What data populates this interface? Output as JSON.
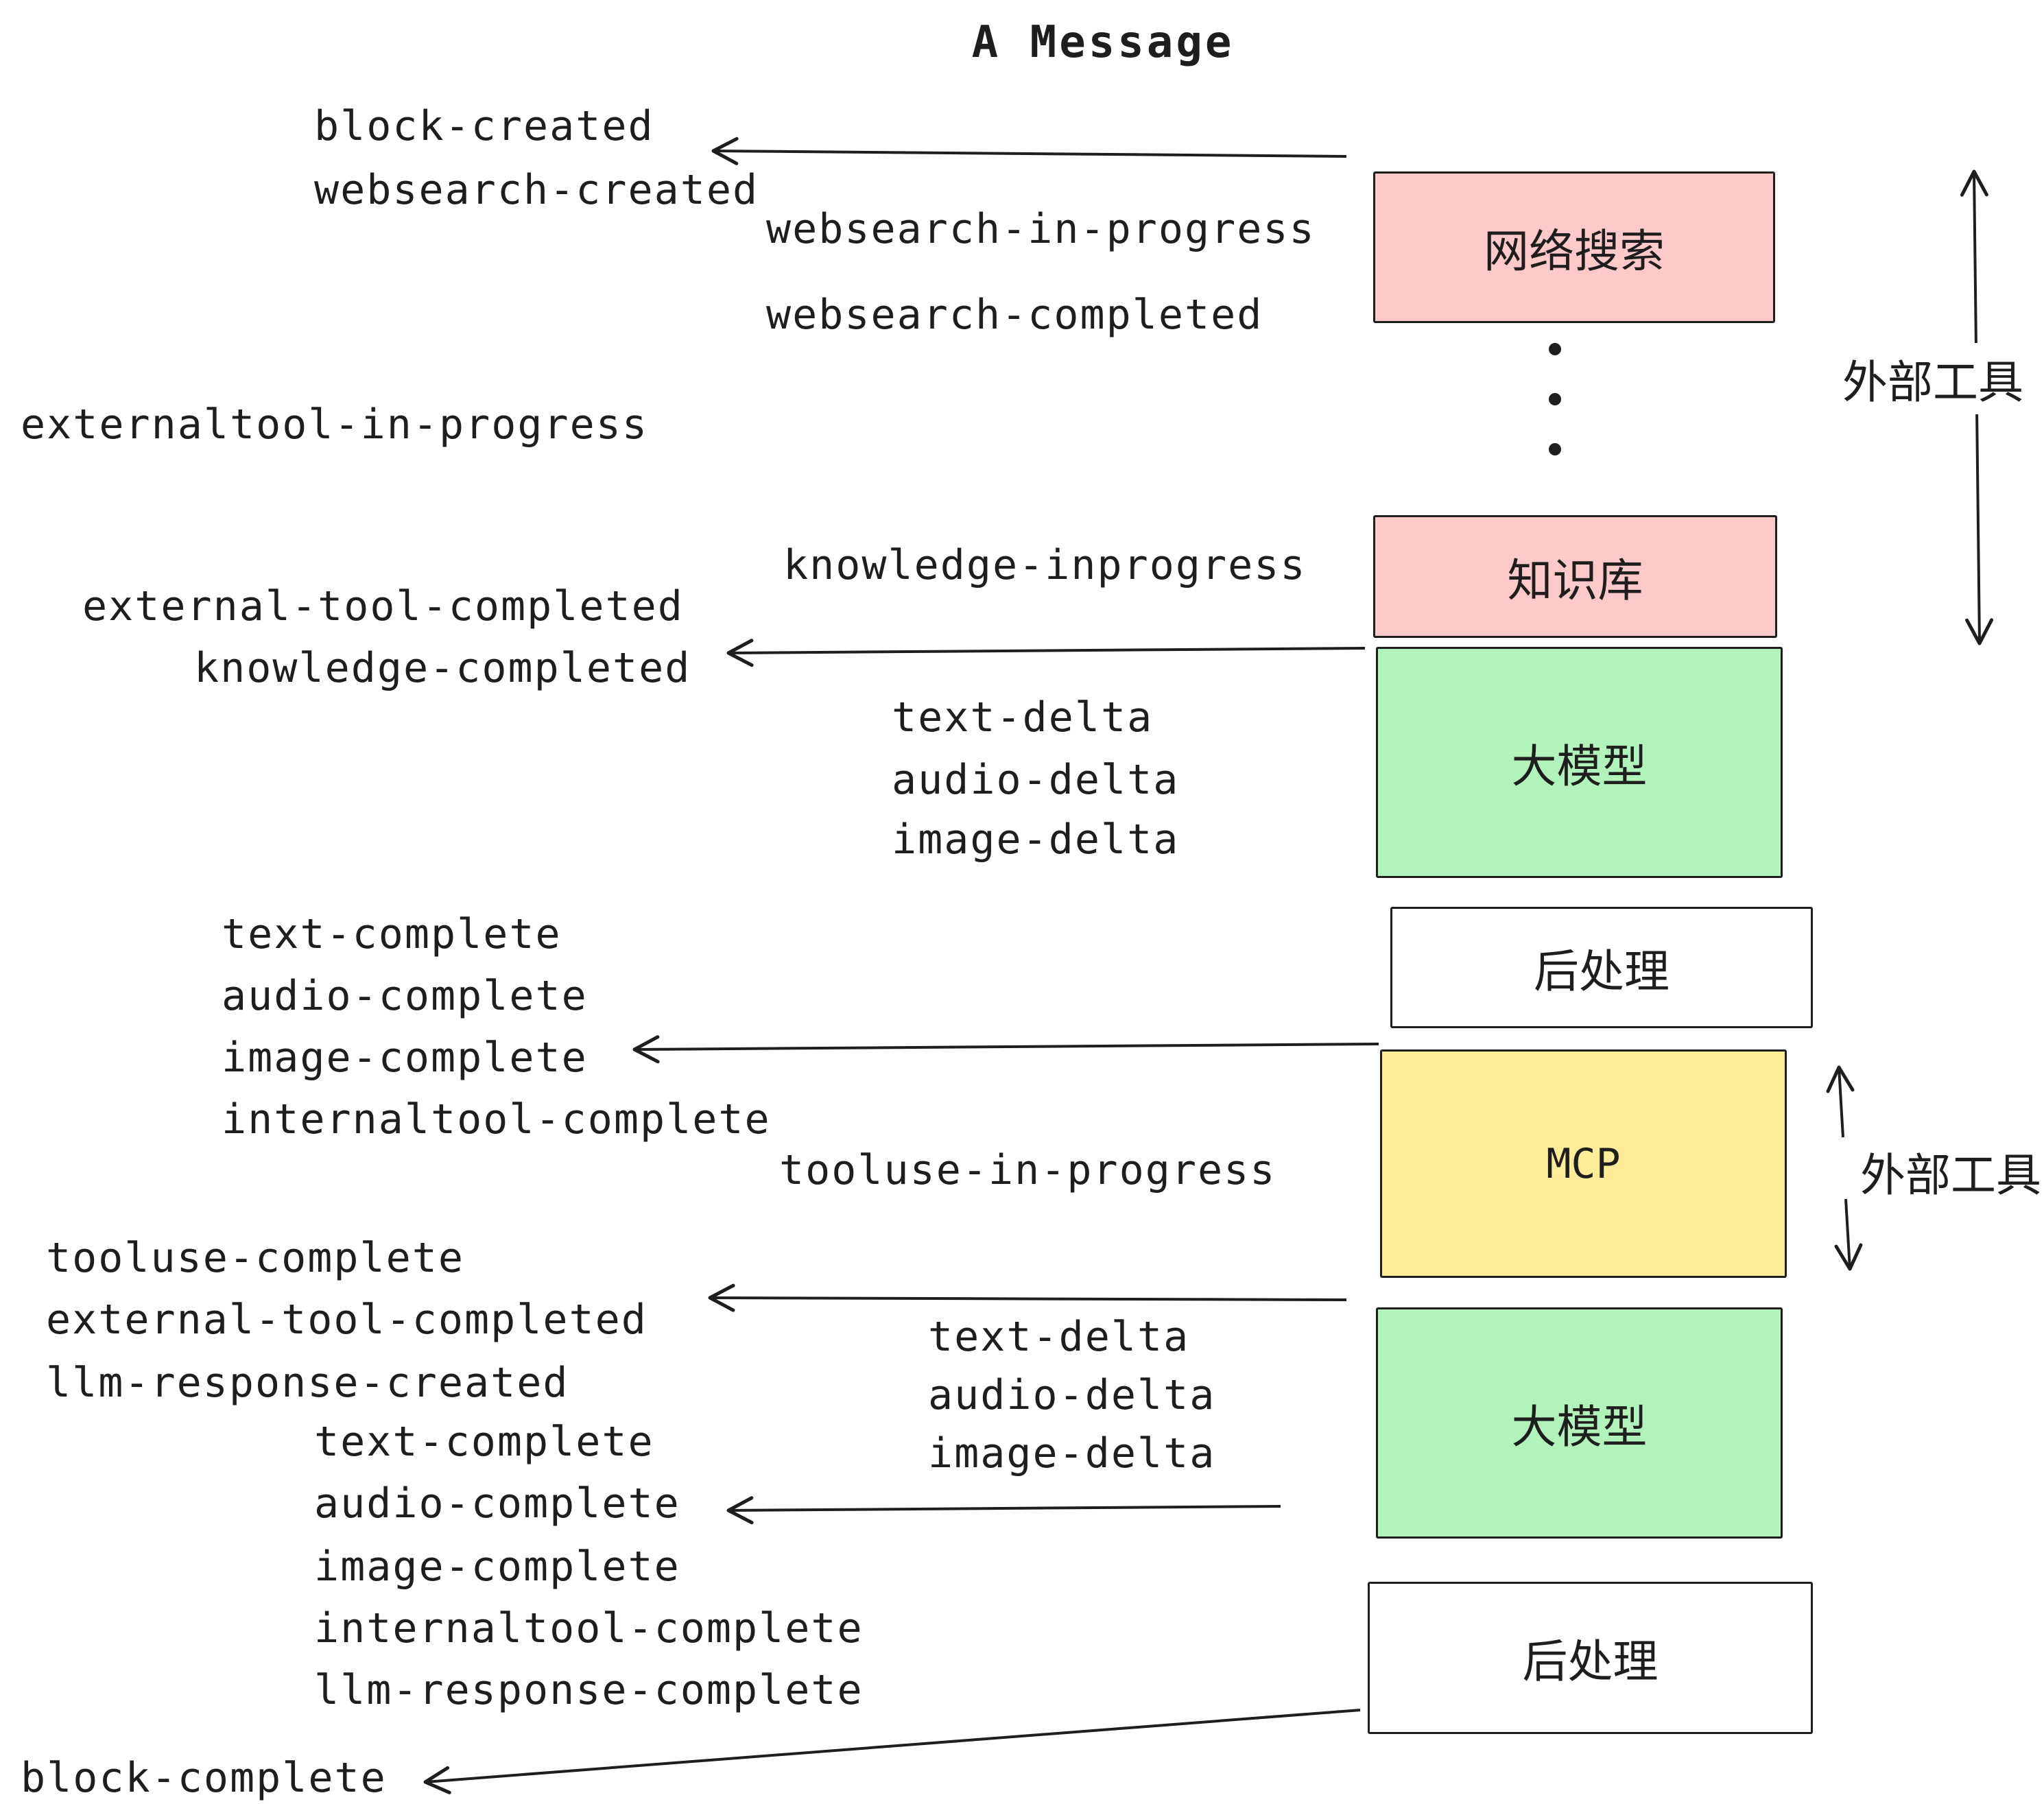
{
  "title": "A Message",
  "colors": {
    "pink": "#ffc9c9",
    "green": "#b2f2bb",
    "yellow": "#ffec99",
    "white": "#ffffff",
    "ink": "#1e1e1e"
  },
  "boxes": {
    "websearch": {
      "label": "网络搜索"
    },
    "knowledge": {
      "label": "知识库"
    },
    "llm1": {
      "label": "大模型"
    },
    "post1": {
      "label": "后处理"
    },
    "mcp": {
      "label": "MCP"
    },
    "llm2": {
      "label": "大模型"
    },
    "post2": {
      "label": "后处理"
    }
  },
  "events": {
    "block_created": "block-created",
    "websearch_created": "websearch-created",
    "websearch_in_progress": "websearch-in-progress",
    "websearch_completed": "websearch-completed",
    "externaltool_in_progress": "externaltool-in-progress",
    "knowledge_inprogress": "knowledge-inprogress",
    "external_tool_completed": "external-tool-completed",
    "knowledge_completed": "knowledge-completed",
    "text_delta": "text-delta",
    "audio_delta": "audio-delta",
    "image_delta": "image-delta",
    "text_complete": "text-complete",
    "audio_complete": "audio-complete",
    "image_complete": "image-complete",
    "internaltool_complete": "internaltool-complete",
    "tooluse_in_progress": "tooluse-in-progress",
    "tooluse_complete": "tooluse-complete",
    "llm_response_created": "llm-response-created",
    "llm_response_complete": "llm-response-complete",
    "block_complete": "block-complete"
  },
  "side_labels": {
    "external_tools": "外部工具"
  }
}
